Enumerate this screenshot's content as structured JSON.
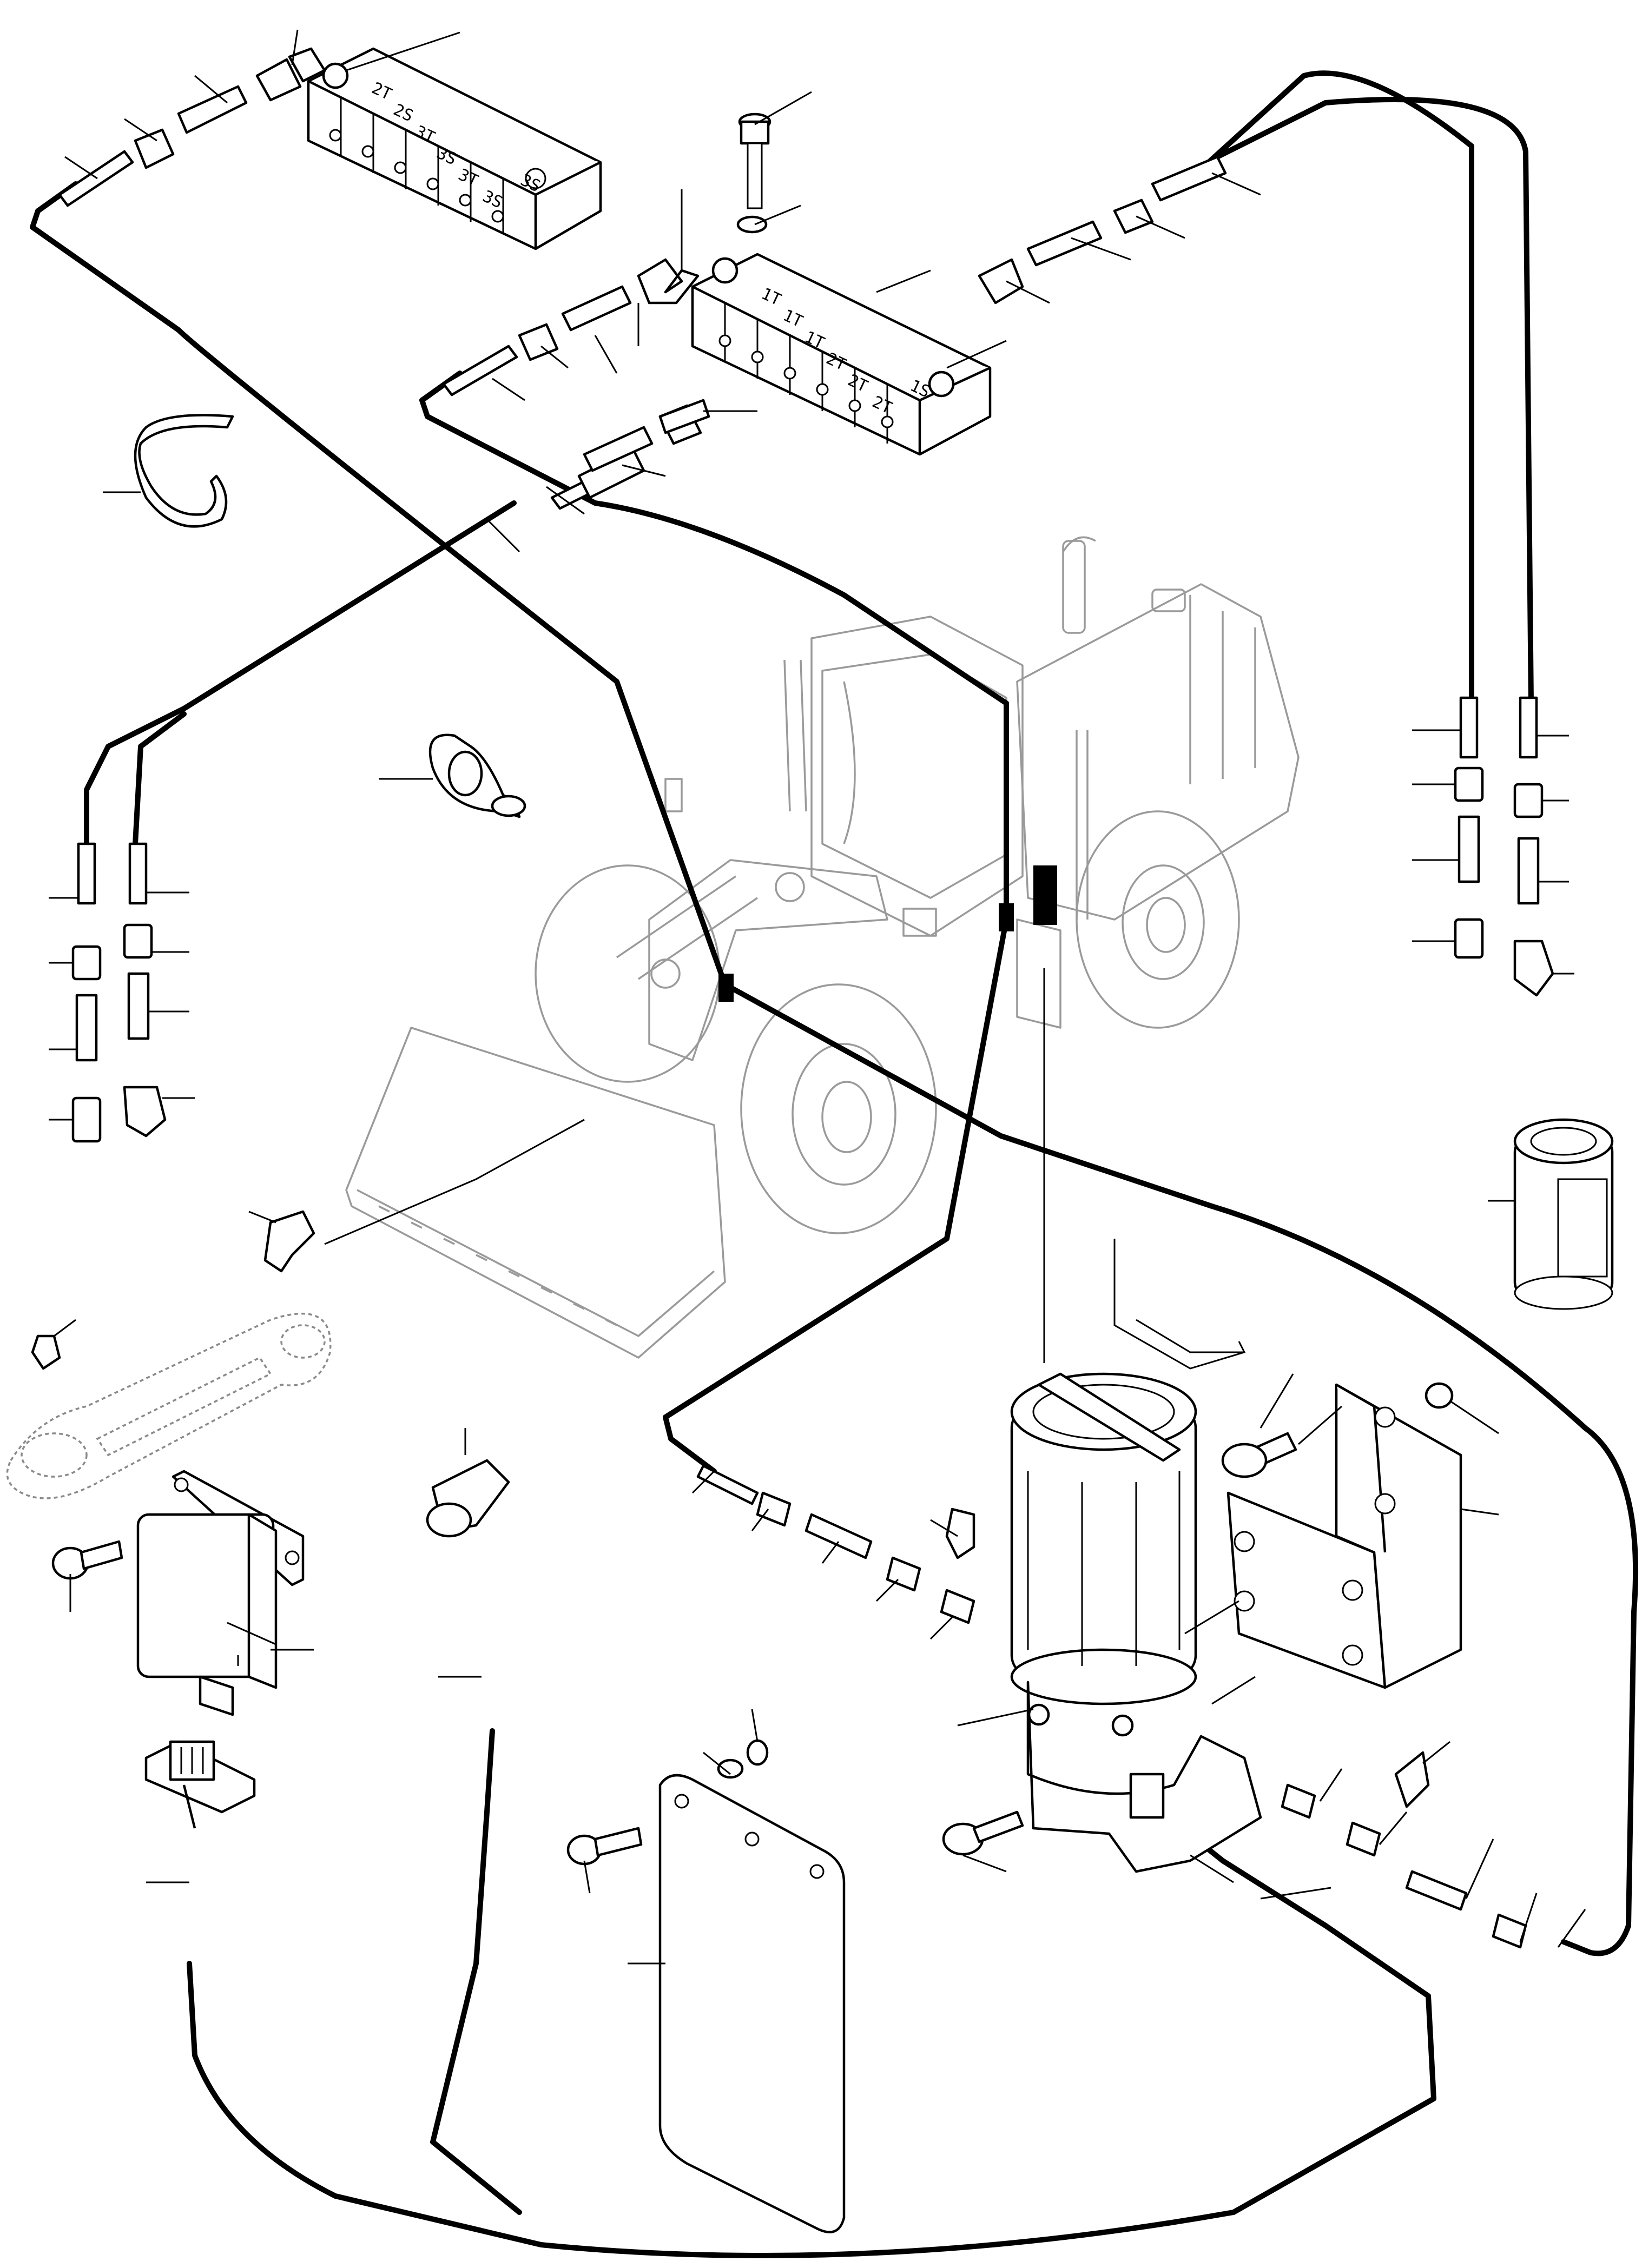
{
  "distributor_upper": {
    "outlet_labels": [
      "2T",
      "2S",
      "3T",
      "3S",
      "3T",
      "3S",
      "3S"
    ]
  },
  "distributor_middle": {
    "outlet_labels": [
      "1T",
      "1T",
      "1T",
      "2T",
      "2T",
      "2T",
      "1S"
    ]
  },
  "colors": {
    "line_art": "#000000",
    "background_machine": "#9a9a9a",
    "paper": "#ffffff"
  }
}
